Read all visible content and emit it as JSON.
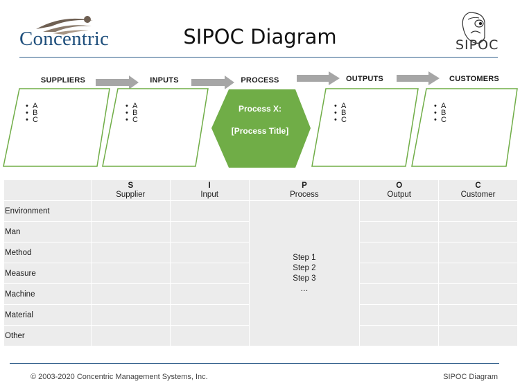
{
  "header": {
    "logo_text": "Concentric",
    "title": "SIPOC Diagram",
    "mark_text": "SIPOC"
  },
  "flow": {
    "stages": [
      {
        "label": "SUPPLIERS",
        "bullets": [
          "A",
          "B",
          "C"
        ]
      },
      {
        "label": "INPUTS",
        "bullets": [
          "A",
          "B",
          "C"
        ]
      },
      {
        "label": "PROCESS",
        "process_line1": "Process X:",
        "process_line2": "[Process Title]"
      },
      {
        "label": "OUTPUTS",
        "bullets": [
          "A",
          "B",
          "C"
        ]
      },
      {
        "label": "CUSTOMERS",
        "bullets": [
          "A",
          "B",
          "C"
        ]
      }
    ],
    "box_border_color": "#70ad47",
    "process_fill_color": "#70ad47",
    "arrow_color": "#a6a6a6"
  },
  "table": {
    "columns": [
      {
        "letter": "S",
        "name": "Supplier"
      },
      {
        "letter": "I",
        "name": "Input"
      },
      {
        "letter": "P",
        "name": "Process"
      },
      {
        "letter": "O",
        "name": "Output"
      },
      {
        "letter": "C",
        "name": "Customer"
      }
    ],
    "rows": [
      "Environment",
      "Man",
      "Method",
      "Measure",
      "Machine",
      "Material",
      "Other"
    ],
    "process_steps": [
      "Step 1",
      "Step 2",
      "Step 3",
      "…"
    ]
  },
  "footer": {
    "copyright": "© 2003-2020 Concentric Management Systems, Inc.",
    "doc_name": "SIPOC Diagram"
  }
}
